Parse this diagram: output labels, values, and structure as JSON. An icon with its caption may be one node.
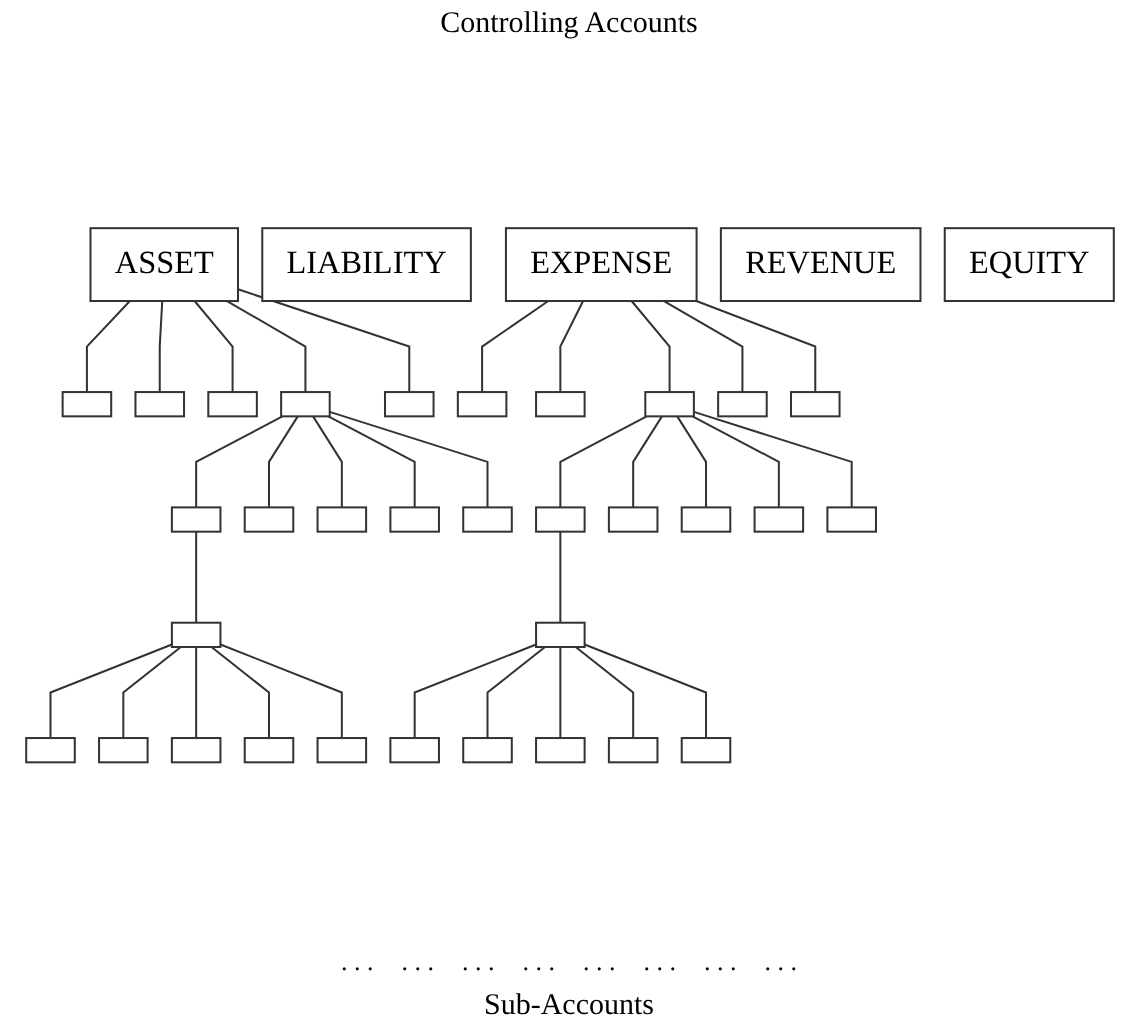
{
  "diagram": {
    "title": "Controlling Accounts",
    "caption": "Sub-Accounts",
    "nodes": [
      {
        "text": [
          "ASSET"
        ]
      },
      {
        "text": [
          "LIABILITY"
        ]
      },
      {
        "text": [
          "EXPENSE"
        ]
      },
      {
        "text": [
          "REVENUE"
        ]
      },
      {
        "text": [
          "EQUITY"
        ]
      },
      {
        "text": [],
        "shape": "box"
      },
      {
        "text": [],
        "shape": "box"
      },
      {
        "text": [],
        "shape": "box"
      },
      {
        "text": [],
        "shape": "box"
      },
      {
        "text": [],
        "shape": "box"
      },
      {
        "text": [],
        "shape": "box"
      },
      {
        "text": [],
        "shape": "box"
      },
      {
        "text": [],
        "shape": "box"
      },
      {
        "text": [],
        "shape": "box"
      },
      {
        "text": [],
        "shape": "box"
      },
      {
        "text": [],
        "shape": "box"
      },
      {
        "text": [],
        "shape": "box"
      },
      {
        "text": [],
        "shape": "box"
      },
      {
        "text": [],
        "shape": "box"
      },
      {
        "text": [],
        "shape": "box"
      },
      {
        "text": [],
        "shape": "box"
      },
      {
        "text": [],
        "shape": "box"
      },
      {
        "text": [],
        "shape": "box"
      },
      {
        "text": [],
        "shape": "box"
      },
      {
        "text": [],
        "shape": "box"
      },
      {
        "text": [],
        "shape": "box"
      },
      {
        "text": [],
        "shape": "box"
      },
      {
        "text": [],
        "shape": "box"
      },
      {
        "text": [],
        "shape": "box"
      },
      {
        "text": [],
        "shape": "box"
      },
      {
        "text": [],
        "shape": "box"
      },
      {
        "text": [],
        "shape": "box"
      },
      {
        "text": [],
        "shape": "box"
      },
      {
        "text": [],
        "shape": "box"
      },
      {
        "text": [],
        "shape": "box"
      },
      {
        "text": [],
        "shape": "box"
      },
      {
        "text": [],
        "shape": "box"
      }
    ],
    "edges": [
      {
        "from": 0,
        "to": 5,
        "arrow": "none"
      },
      {
        "from": 0,
        "to": 6,
        "arrow": "none"
      },
      {
        "from": 0,
        "to": 7,
        "arrow": "none"
      },
      {
        "from": 0,
        "to": 8,
        "arrow": "none"
      },
      {
        "from": 0,
        "to": 9,
        "arrow": "none"
      },
      {
        "from": 2,
        "to": 10,
        "arrow": "none"
      },
      {
        "from": 2,
        "to": 11,
        "arrow": "none"
      },
      {
        "from": 2,
        "to": 12,
        "arrow": "none"
      },
      {
        "from": 2,
        "to": 13,
        "arrow": "none"
      },
      {
        "from": 2,
        "to": 14,
        "arrow": "none"
      },
      {
        "from": 8,
        "to": 15,
        "arrow": "none"
      },
      {
        "from": 8,
        "to": 16,
        "arrow": "none"
      },
      {
        "from": 8,
        "to": 17,
        "arrow": "none"
      },
      {
        "from": 8,
        "to": 18,
        "arrow": "none"
      },
      {
        "from": 8,
        "to": 19,
        "arrow": "none"
      },
      {
        "from": 12,
        "to": 20,
        "arrow": "none"
      },
      {
        "from": 12,
        "to": 21,
        "arrow": "none"
      },
      {
        "from": 12,
        "to": 22,
        "arrow": "none"
      },
      {
        "from": 12,
        "to": 23,
        "arrow": "none"
      },
      {
        "from": 12,
        "to": 24,
        "arrow": "none"
      },
      {
        "from": 15,
        "to": 25,
        "arrow": "none"
      },
      {
        "from": 20,
        "to": 26,
        "arrow": "none"
      },
      {
        "from": 25,
        "to": 27,
        "arrow": "none"
      },
      {
        "from": 25,
        "to": 28,
        "arrow": "none"
      },
      {
        "from": 25,
        "to": 29,
        "arrow": "none"
      },
      {
        "from": 25,
        "to": 30,
        "arrow": "none"
      },
      {
        "from": 25,
        "to": 31,
        "arrow": "none"
      },
      {
        "from": 26,
        "to": 32,
        "arrow": "none"
      },
      {
        "from": 26,
        "to": 33,
        "arrow": "none"
      },
      {
        "from": 26,
        "to": 34,
        "arrow": "none"
      },
      {
        "from": 26,
        "to": 35,
        "arrow": "none"
      },
      {
        "from": 26,
        "to": 36,
        "arrow": "none"
      }
    ],
    "labels": [
      ". . .",
      ". . .",
      ". . .",
      ". . .",
      ". . .",
      ". . .",
      ". . .",
      ". . ."
    ]
  }
}
